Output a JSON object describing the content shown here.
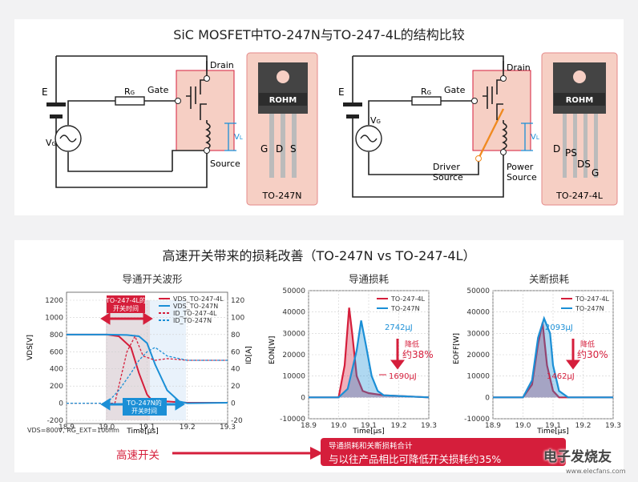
{
  "titles": {
    "top": "SiC MOSFET中TO-247N与TO-247-4L的结构比较",
    "bottom": "高速开关带来的损耗改善（TO-247N vs TO-247-4L）"
  },
  "circuit1": {
    "e": "E",
    "rg": "R",
    "rg_sub": "G",
    "gate": "Gate",
    "vg": "V",
    "vg_sub": "G",
    "drain": "Drain",
    "source": "Source",
    "vl": "V",
    "vl_sub": "L",
    "brand": "ROHM",
    "pins": [
      "G",
      "D",
      "S"
    ],
    "pkg": "TO-247N"
  },
  "circuit2": {
    "e": "E",
    "rg": "R",
    "rg_sub": "G",
    "gate": "Gate",
    "vg": "V",
    "vg_sub": "G",
    "drain": "Drain",
    "driver_source_1": "Driver",
    "driver_source_2": "Source",
    "power_source_1": "Power",
    "power_source_2": "Source",
    "vl": "V",
    "vl_sub": "L",
    "brand": "ROHM",
    "pins": [
      "D",
      "PS",
      "DS",
      "G"
    ],
    "pkg": "TO-247-4L"
  },
  "colors": {
    "red": "#d51e3b",
    "blue": "#1b8fd6",
    "shade": "#f6cfc4",
    "pkg": "#f0a8a8"
  },
  "chart_data": [
    {
      "type": "line",
      "title": "导通开关波形",
      "xlabel": "Time[µs]",
      "ylabel": "VDS[V]",
      "ylabel_right": "ID[A]",
      "xlim": [
        18.9,
        19.3
      ],
      "ylim": [
        -200,
        1200
      ],
      "ylim_right": [
        -20,
        120
      ],
      "x_ticks": [
        "18.9",
        "19.0",
        "19.1",
        "19.2",
        "19.3"
      ],
      "y_ticks": [
        "1200",
        "1000",
        "800",
        "600",
        "400",
        "200",
        "0",
        "-200"
      ],
      "y_right_ticks": [
        "120",
        "100",
        "80",
        "60",
        "40",
        "20",
        "0",
        "-20"
      ],
      "legend": [
        "VDS_TO-247-4L",
        "VDS_TO-247N",
        "ID_TO-247-4L",
        "ID_TO-247N"
      ],
      "annot_4l": [
        "TO-247-4L的",
        "开关时间"
      ],
      "annot_n": [
        "TO-247N的",
        "开关时间"
      ],
      "condition": "VDS=800V, RG_EXT=10ohm",
      "series": [
        {
          "name": "VDS_TO-247-4L",
          "x": [
            18.9,
            19.0,
            19.03,
            19.06,
            19.08,
            19.1,
            19.12,
            19.15,
            19.2,
            19.3
          ],
          "y": [
            800,
            800,
            780,
            650,
            350,
            100,
            -10,
            20,
            5,
            5
          ]
        },
        {
          "name": "VDS_TO-247N",
          "x": [
            18.9,
            19.0,
            19.05,
            19.08,
            19.1,
            19.12,
            19.15,
            19.18,
            19.2,
            19.3
          ],
          "y": [
            800,
            800,
            795,
            780,
            700,
            450,
            150,
            20,
            0,
            5
          ]
        },
        {
          "name": "ID_TO-247-4L",
          "x": [
            18.9,
            19.02,
            19.035,
            19.05,
            19.07,
            19.09,
            19.12,
            19.15,
            19.2,
            19.3
          ],
          "y": [
            0,
            0,
            30,
            60,
            78,
            55,
            50,
            52,
            50,
            50
          ]
        },
        {
          "name": "ID_TO-247N",
          "x": [
            18.9,
            19.0,
            19.03,
            19.06,
            19.08,
            19.1,
            19.12,
            19.15,
            19.2,
            19.3
          ],
          "y": [
            0,
            0,
            15,
            35,
            50,
            60,
            65,
            55,
            50,
            50
          ]
        }
      ]
    },
    {
      "type": "line",
      "title": "导通损耗",
      "xlabel": "Time[µs]",
      "ylabel": "EON[W]",
      "xlim": [
        18.9,
        19.3
      ],
      "ylim": [
        -10000,
        50000
      ],
      "x_ticks": [
        "18.9",
        "19.0",
        "19.1",
        "19.2",
        "19.3"
      ],
      "y_ticks": [
        "50000",
        "40000",
        "30000",
        "20000",
        "10000",
        "0",
        "-10000"
      ],
      "legend": [
        "TO-247-4L",
        "TO-247N"
      ],
      "annot_n": "2742µJ",
      "annot_4l": "1690µJ",
      "reduction": [
        "降低",
        "约38%"
      ],
      "series": [
        {
          "name": "TO-247-4L",
          "x": [
            18.9,
            19.0,
            19.02,
            19.035,
            19.045,
            19.06,
            19.08,
            19.1,
            19.15,
            19.3
          ],
          "y": [
            0,
            0,
            15000,
            42000,
            30000,
            10000,
            3000,
            2000,
            1000,
            0
          ]
        },
        {
          "name": "TO-247N",
          "x": [
            18.9,
            19.0,
            19.03,
            19.06,
            19.075,
            19.09,
            19.11,
            19.13,
            19.15,
            19.3
          ],
          "y": [
            0,
            0,
            4000,
            22000,
            36000,
            25000,
            10000,
            3000,
            1000,
            0
          ]
        }
      ]
    },
    {
      "type": "line",
      "title": "关断损耗",
      "xlabel": "Time[µs]",
      "ylabel": "EOFF[W]",
      "xlim": [
        18.9,
        19.3
      ],
      "ylim": [
        -10000,
        50000
      ],
      "x_ticks": [
        "18.9",
        "19.0",
        "19.1",
        "19.2",
        "19.3"
      ],
      "y_ticks": [
        "50000",
        "40000",
        "30000",
        "20000",
        "10000",
        "0",
        "-10000"
      ],
      "legend": [
        "TO-247-4L",
        "TO-247N"
      ],
      "annot_n": "2093µJ",
      "annot_4l": "1462µJ",
      "reduction": [
        "降低",
        "约30%"
      ],
      "series": [
        {
          "name": "TO-247-4L",
          "x": [
            18.9,
            19.0,
            19.03,
            19.05,
            19.065,
            19.08,
            19.1,
            19.12,
            19.15,
            19.3
          ],
          "y": [
            0,
            0,
            6000,
            25000,
            35000,
            15000,
            3000,
            0,
            0,
            0
          ]
        },
        {
          "name": "TO-247N",
          "x": [
            18.9,
            19.0,
            19.03,
            19.05,
            19.07,
            19.09,
            19.1,
            19.12,
            19.15,
            19.3
          ],
          "y": [
            0,
            0,
            8000,
            28000,
            37000,
            30000,
            15000,
            3000,
            0,
            0
          ]
        }
      ]
    }
  ],
  "bottom": {
    "fast": "高速开关",
    "band1": "导通损耗和关断损耗合计",
    "band2": "与以往产品相比可降低开关损耗约35%",
    "watermark": "电子发烧友",
    "watermark_url": "www.elecfans.com"
  }
}
